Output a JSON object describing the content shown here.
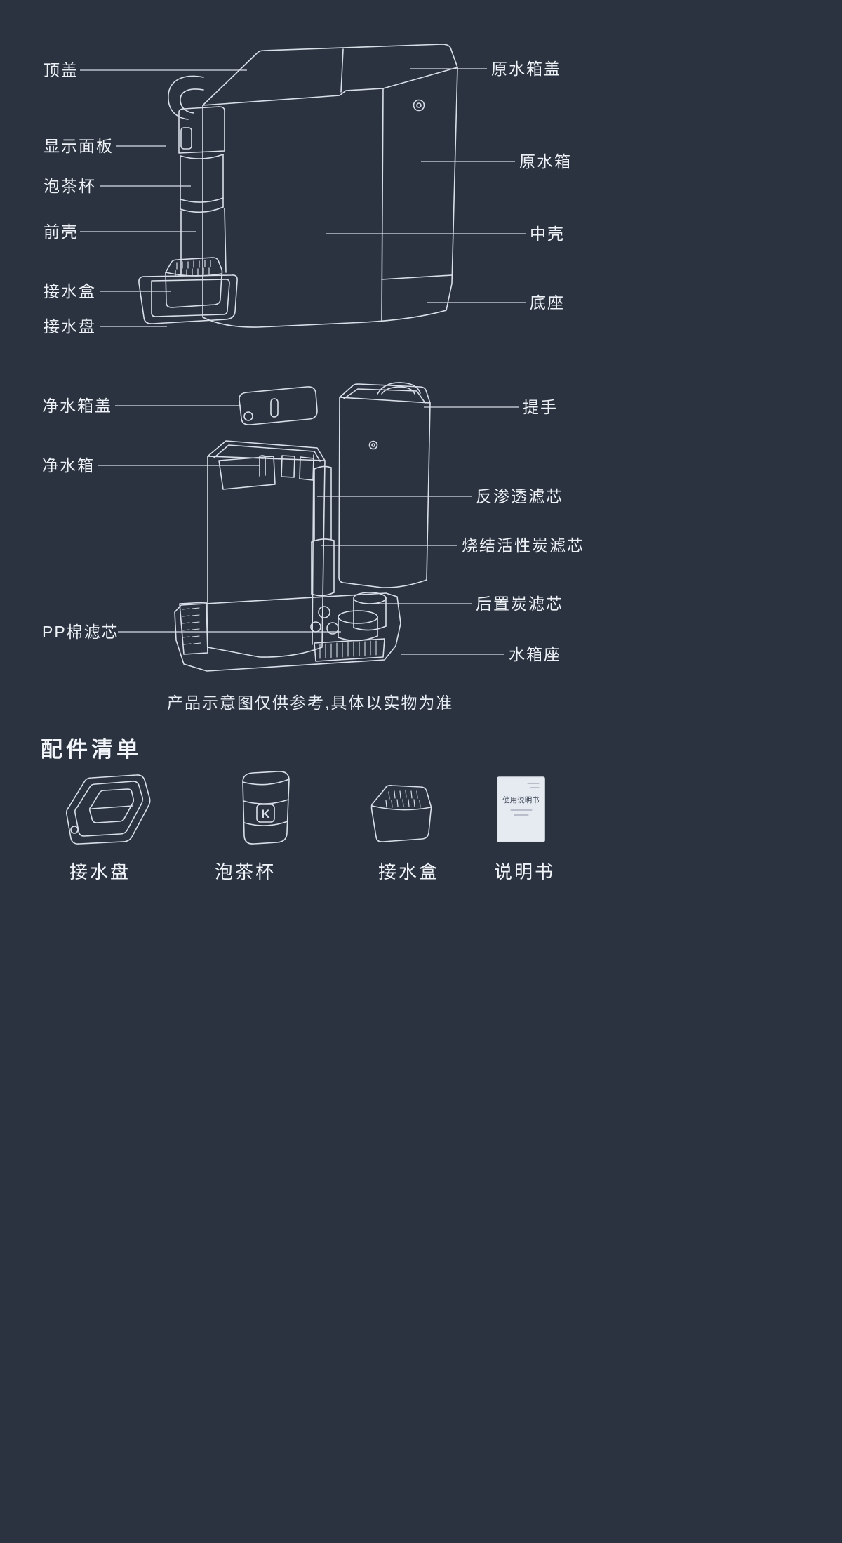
{
  "page": {
    "background": "#2b3340",
    "line_color": "#d9dfe8",
    "text_color": "#eef1f6"
  },
  "diagram_assembled": {
    "labels_left": [
      {
        "text": "顶盖"
      },
      {
        "text": "显示面板"
      },
      {
        "text": "泡茶杯"
      },
      {
        "text": "前壳"
      },
      {
        "text": "接水盒"
      },
      {
        "text": "接水盘"
      }
    ],
    "labels_right": [
      {
        "text": "原水箱盖"
      },
      {
        "text": "原水箱"
      },
      {
        "text": "中壳"
      },
      {
        "text": "底座"
      }
    ]
  },
  "diagram_exploded": {
    "labels_left": [
      {
        "text": "净水箱盖"
      },
      {
        "text": "净水箱"
      },
      {
        "text": "PP棉滤芯"
      }
    ],
    "labels_right": [
      {
        "text": "提手"
      },
      {
        "text": "反渗透滤芯"
      },
      {
        "text": "烧结活性炭滤芯"
      },
      {
        "text": "后置炭滤芯"
      },
      {
        "text": "水箱座"
      }
    ]
  },
  "disclaimer": "产品示意图仅供参考,具体以实物为准",
  "accessories": {
    "title": "配件清单",
    "items": [
      {
        "label": "接水盘"
      },
      {
        "label": "泡茶杯"
      },
      {
        "label": "接水盒"
      },
      {
        "label": "说明书"
      }
    ]
  },
  "artwork_text": {
    "cup_logo": "K",
    "manual_title": "使用说明书"
  }
}
